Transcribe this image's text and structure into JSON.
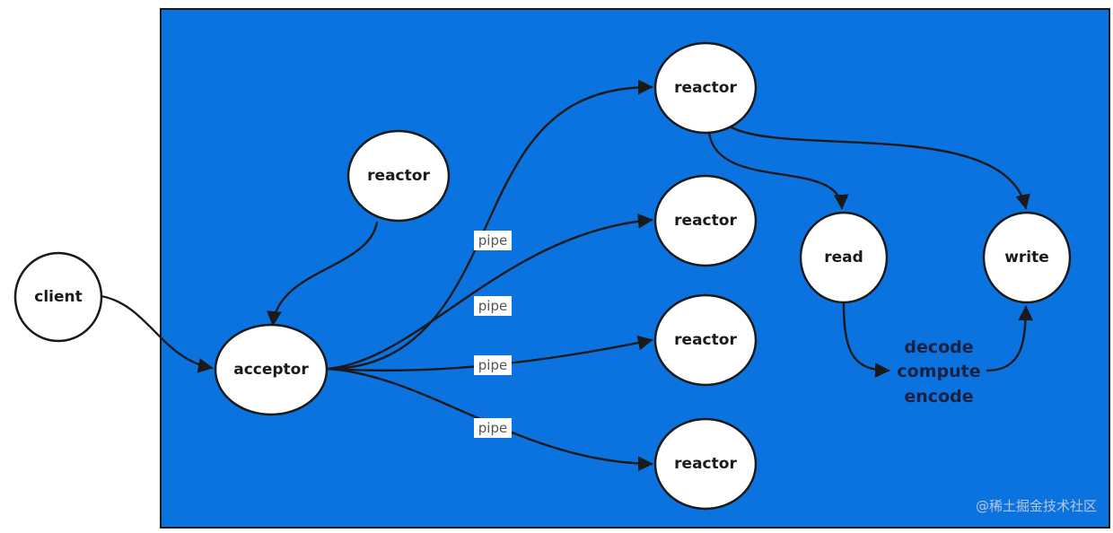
{
  "colors": {
    "panel_fill": "#0a73e0",
    "panel_border": "#1a1a1a",
    "node_fill": "#ffffff",
    "edge": "#1a1a1a"
  },
  "nodes": {
    "client": "client",
    "acceptor": "acceptor",
    "reactor_main": "reactor",
    "reactor_1": "reactor",
    "reactor_2": "reactor",
    "reactor_3": "reactor",
    "reactor_4": "reactor",
    "read": "read",
    "write": "write"
  },
  "pipes": [
    "pipe",
    "pipe",
    "pipe",
    "pipe"
  ],
  "process_steps": [
    "decode",
    "compute",
    "encode"
  ],
  "watermark": "@稀土掘金技术社区"
}
